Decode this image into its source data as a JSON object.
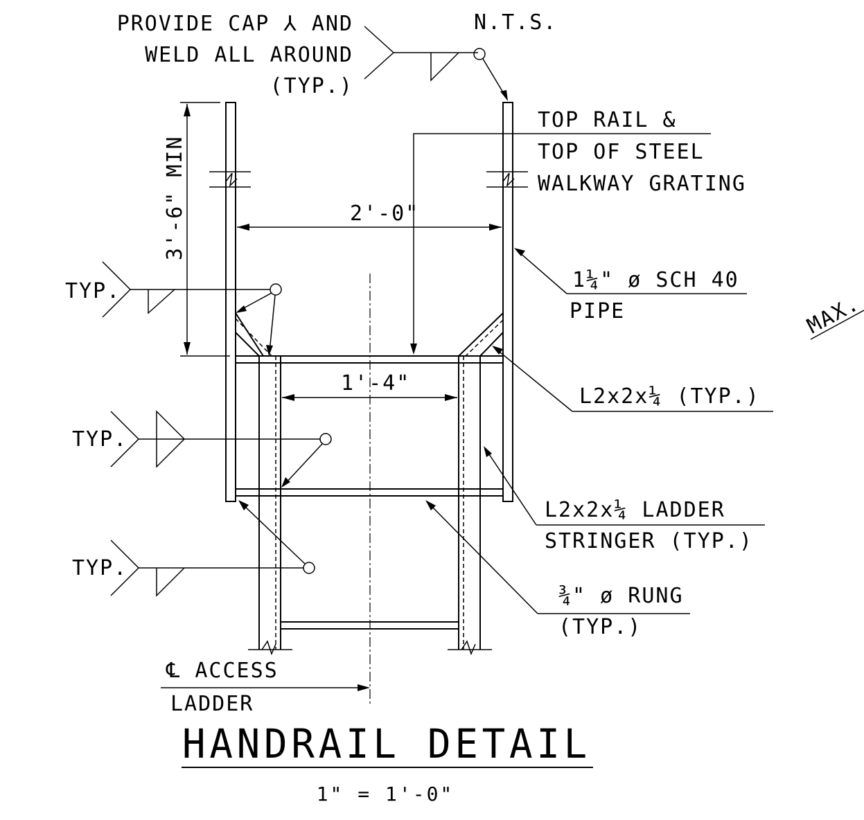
{
  "labels": {
    "cap_note_1": "PROVIDE CAP ⅄ AND",
    "cap_note_2": "WELD ALL AROUND",
    "cap_note_3": "(TYP.)",
    "nts": "N.T.S.",
    "top_rail_1": "TOP RAIL &",
    "top_rail_2": "TOP OF STEEL",
    "top_rail_3": "WALKWAY GRATING",
    "height_dim": "3'-6\" MIN",
    "width_dim": "2'-0\"",
    "pipe_1": "1¼\" ø  SCH 40",
    "pipe_2": "PIPE",
    "typ_1": "TYP.",
    "typ_2": "TYP.",
    "typ_3": "TYP.",
    "ladder_width_dim": "1'-4\"",
    "angle_note": "L2x2x¼  (TYP.)",
    "stringer_1": "L2x2x¼  LADDER",
    "stringer_2": "STRINGER (TYP.)",
    "rung_1": "¾\" ø  RUNG",
    "rung_2": "(TYP.)",
    "cl_1": "℄ ACCESS",
    "cl_2": "LADDER",
    "max_note": "MAX."
  },
  "title": "HANDRAIL DETAIL",
  "scale": "1\" = 1'-0\""
}
